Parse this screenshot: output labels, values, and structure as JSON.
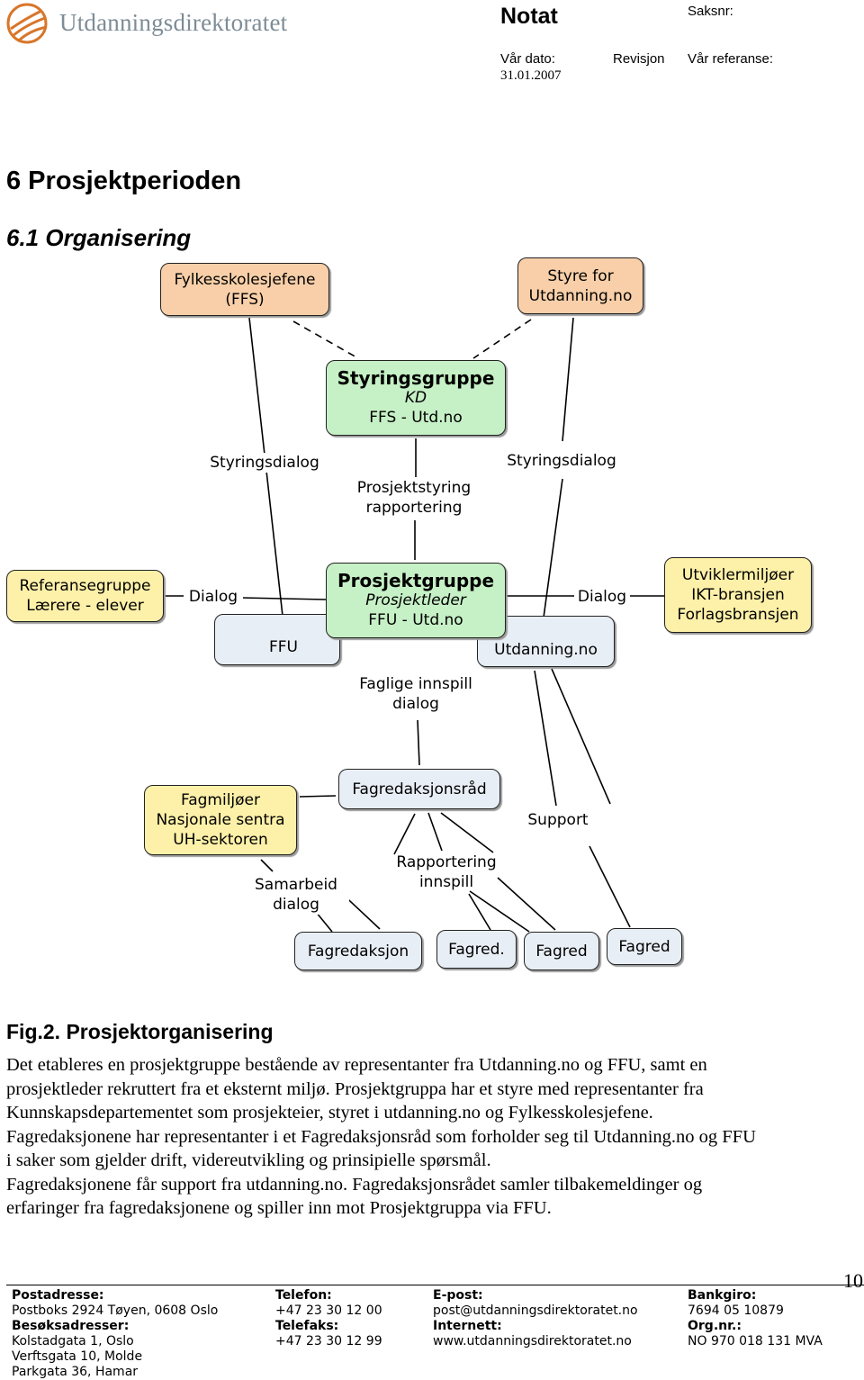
{
  "header": {
    "logo_text": "Utdanningsdirektoratet",
    "doc_type": "Notat",
    "saksnr_label": "Saksnr:",
    "date_label": "Vår dato:",
    "date_value": "31.01.2007",
    "revision_label": "Revisjon",
    "reference_label": "Vår referanse:"
  },
  "headings": {
    "h1": "6 Prosjektperioden",
    "h2": "6.1 Organisering"
  },
  "diagram": {
    "ffs": [
      "Fylkesskolesjefene",
      "(FFS)"
    ],
    "styre": [
      "Styre for",
      "Utdanning.no"
    ],
    "styringsgruppe": {
      "title": "Styringsgruppe",
      "line1": "KD",
      "line2": "FFS - Utd.no"
    },
    "styringsdialog_left": "Styringsdialog",
    "styringsdialog_right": "Styringsdialog",
    "prosjektstyring": [
      "Prosjektstyring",
      "rapportering"
    ],
    "referansegruppe": [
      "Referansegruppe",
      "Lærere - elever"
    ],
    "dialog_left": "Dialog",
    "dialog_right": "Dialog",
    "ffu": "FFU",
    "prosjektgruppe": {
      "title": "Prosjektgruppe",
      "line1": "Prosjektleder",
      "line2": "FFU - Utd.no"
    },
    "utdanning": "Utdanning.no",
    "utviklermiljo": [
      "Utviklermiljøer",
      "IKT-bransjen",
      "Forlagsbransjen"
    ],
    "faglige": [
      "Faglige innspill",
      "dialog"
    ],
    "fagmiljo": [
      "Fagmiljøer",
      "Nasjonale sentra",
      "UH-sektoren"
    ],
    "fagredaksjonsrad": "Fagredaksjonsråd",
    "support": "Support",
    "rapportering": [
      "Rapportering",
      "innspill"
    ],
    "samarbeid": [
      "Samarbeid",
      "dialog"
    ],
    "fagredaksjon": "Fagredaksjon",
    "fagred_dot": "Fagred.",
    "fagred1": "Fagred",
    "fagred2": "Fagred"
  },
  "caption": "Fig.2. Prosjektorganisering",
  "body_lines": [
    "Det etableres en prosjektgruppe bestående av representanter fra Utdanning.no og FFU, samt en",
    "prosjektleder rekruttert fra et eksternt miljø. Prosjektgruppa har et styre med representanter fra",
    "Kunnskapsdepartementet som prosjekteier, styret i utdanning.no og Fylkesskolesjefene.",
    "Fagredaksjonene har representanter i et Fagredaksjonsråd som forholder seg til Utdanning.no og FFU",
    "i saker som gjelder drift, videreutvikling og prinsipielle spørsmål.",
    "Fagredaksjonene får support fra utdanning.no. Fagredaksjonsrådet samler tilbakemeldinger og",
    "erfaringer fra fagredaksjonene og spiller inn mot Prosjektgruppa via FFU."
  ],
  "page_number": "10",
  "footer": {
    "postadresse_label": "Postadresse:",
    "postadresse": "Postboks 2924 Tøyen, 0608 Oslo",
    "besoksadresser_label": "Besøksadresser:",
    "besok1": "Kolstadgata 1, Oslo",
    "besok2": "Verftsgata 10, Molde",
    "besok3": "Parkgata 36, Hamar",
    "telefon_label": "Telefon:",
    "telefon": "+47 23 30 12 00",
    "telefaks_label": "Telefaks:",
    "telefaks": "+47 23 30 12 99",
    "epost_label": "E-post:",
    "epost": "post@utdanningsdirektoratet.no",
    "internett_label": "Internett:",
    "internett": "www.utdanningsdirektoratet.no",
    "bankgiro_label": "Bankgiro:",
    "bankgiro": "7694 05 10879",
    "orgnr_label": "Org.nr.:",
    "orgnr": "NO 970 018 131 MVA"
  }
}
